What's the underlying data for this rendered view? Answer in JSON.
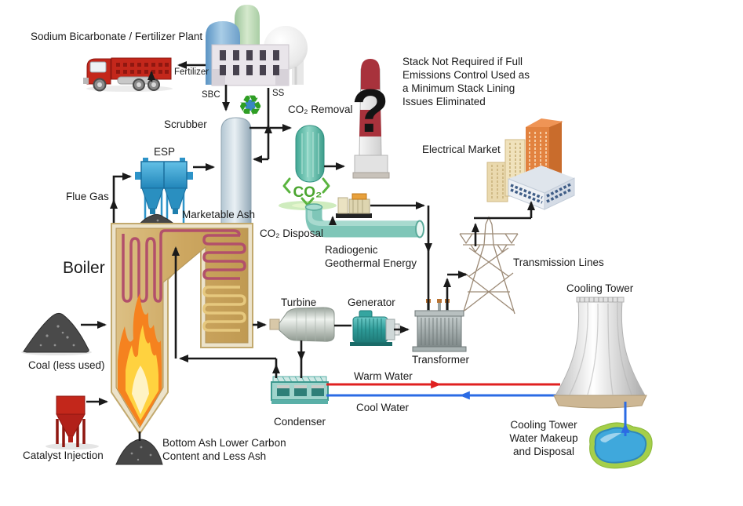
{
  "labels": {
    "plant": "Sodium Bicarbonate / Fertilizer Plant",
    "fertilizer": "Fertilizer",
    "sbc": "SBC",
    "ss": "SS",
    "scrubber": "Scrubber",
    "esp": "ESP",
    "flue_gas": "Flue Gas",
    "marketable_ash": "Marketable Ash",
    "co2_removal": "CO₂ Removal",
    "stack_note": "Stack Not Required if Full\nEmissions Control Used as\na Minimum Stack Lining\nIssues Eliminated",
    "electrical_market": "Electrical Market",
    "co2_disposal": "CO₂ Disposal",
    "radiogenic": "Radiogenic\nGeothermal Energy",
    "transmission_lines": "Transmission Lines",
    "boiler": "Boiler",
    "turbine": "Turbine",
    "generator": "Generator",
    "transformer": "Transformer",
    "cooling_tower": "Cooling Tower",
    "coal": "Coal (less used)",
    "warm_water": "Warm Water",
    "cool_water": "Cool Water",
    "condenser": "Condenser",
    "catalyst_injection": "Catalyst Injection",
    "bottom_ash": "Bottom Ash Lower Carbon\nContent and Less Ash",
    "water_makeup": "Cooling Tower\nWater Makeup\nand Disposal"
  },
  "icons": {
    "recycle": "♻",
    "stack_question": "?",
    "co2_badge": "CO₂"
  },
  "colors": {
    "warm_water_line": "#e02020",
    "cool_water_line": "#2b6be4",
    "arrow": "#1a1a1a",
    "co2_green": "#4aa52f",
    "boiler_tan": "#d3b06e",
    "esp_blue": "#2d93c8",
    "vessel_teal": "#59b8a8",
    "truck_red": "#c3271b",
    "stack_red": "#a8323c"
  }
}
